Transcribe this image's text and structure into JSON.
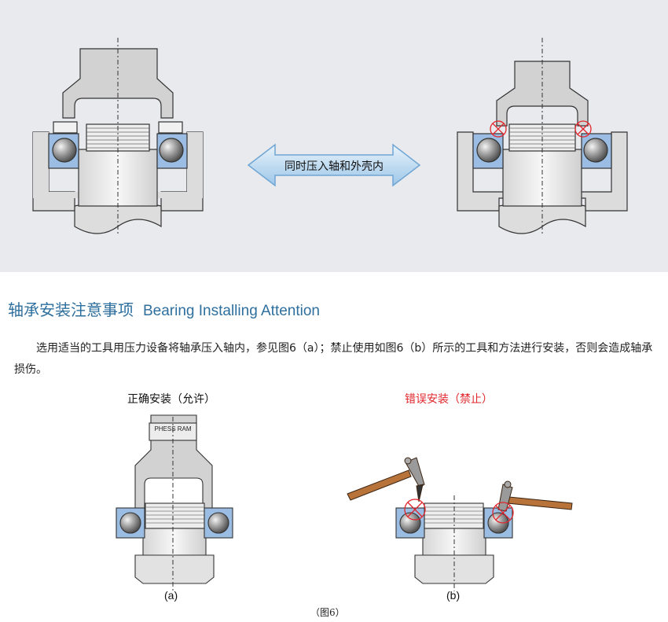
{
  "banner": {
    "arrow_label": "同时压入轴和外壳内"
  },
  "section": {
    "title_cn": "轴承安装注意事项",
    "title_en": "Bearing Installing Attention",
    "paragraph": "选用适当的工具用压力设备将轴承压入轴内，参见图6（a）；禁止使用如图6（b）所示的工具和方法进行安装，否则会造成轴承损伤。"
  },
  "figure": {
    "correct_caption": "正确安装（允许）",
    "wrong_caption": "错误安装（禁止）",
    "press_label": "PHESS RAM",
    "sub_a": "(a)",
    "sub_b": "(b)",
    "fig_label": "（图6）"
  },
  "colors": {
    "panel": "#e9eaee",
    "title": "#2e6f9e",
    "ring_blue": "#9bbde3",
    "warning_red": "#e0262b",
    "hammer_wood": "#b8733a"
  }
}
